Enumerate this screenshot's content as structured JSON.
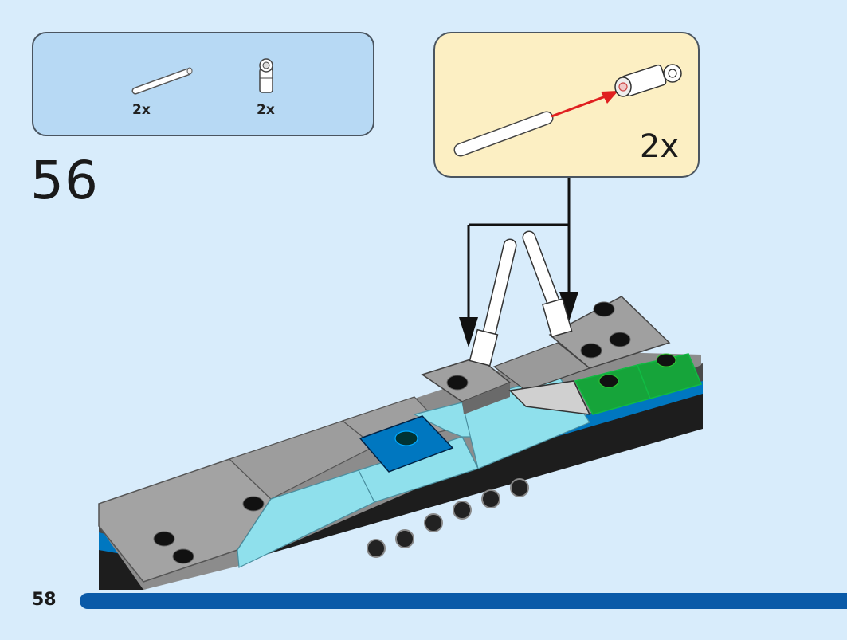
{
  "parts_list": {
    "items": [
      {
        "icon": "axle-icon",
        "count": "2x"
      },
      {
        "icon": "connector-icon",
        "count": "2x"
      }
    ]
  },
  "callout": {
    "multiplier": "2x"
  },
  "step": {
    "number": "56"
  },
  "page": {
    "number": "58",
    "progress": 1.0
  },
  "colors": {
    "background": "#d8ecfb",
    "parts_box": "#b7d9f4",
    "callout_box": "#fcefc3",
    "progress_bar": "#0a5aa8",
    "brick_gray": "#9a9a9a",
    "brick_green": "#16a43a",
    "brick_blue": "#0077c0",
    "trans_light_blue": "#8fe0ec",
    "arrow_red": "#e02020"
  }
}
